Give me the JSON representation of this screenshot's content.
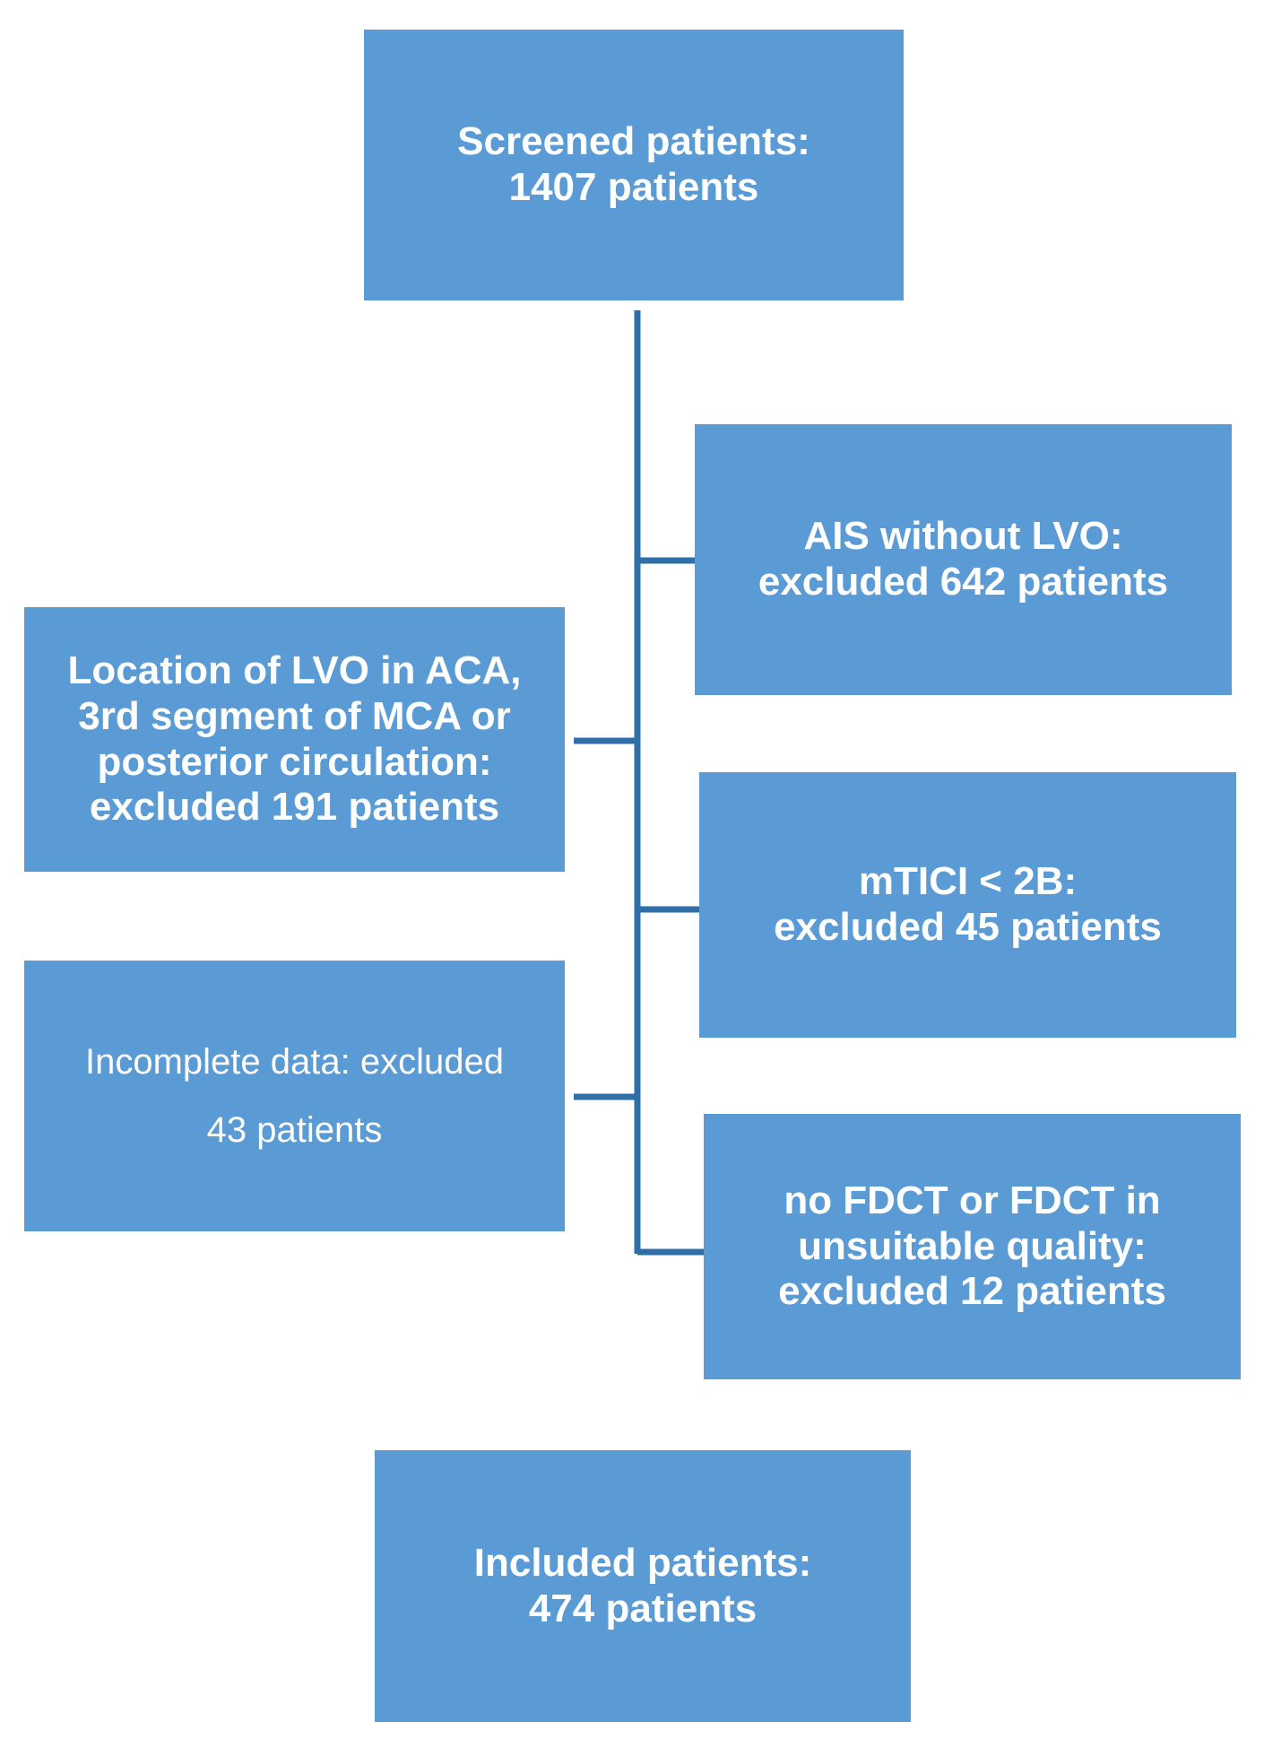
{
  "flowchart": {
    "screened": [
      "Screened patients:",
      "1407 patients"
    ],
    "exclusions_right": [
      [
        "AIS without LVO:",
        "excluded 642 patients"
      ],
      [
        "mTICI < 2B:",
        "excluded 45 patients"
      ],
      [
        "no FDCT or FDCT in",
        "unsuitable quality:",
        "excluded 12 patients"
      ]
    ],
    "exclusions_left": [
      [
        "Location of LVO in ACA,",
        "3rd segment of MCA or",
        "posterior circulation:",
        "excluded 191 patients"
      ],
      [
        "Incomplete data: excluded",
        "43 patients"
      ]
    ],
    "included": [
      "Included patients:",
      "474 patients"
    ],
    "colors": {
      "box_fill": "#5b9bd5",
      "connector": "#2f6fa8",
      "text": "#ffffff"
    }
  }
}
